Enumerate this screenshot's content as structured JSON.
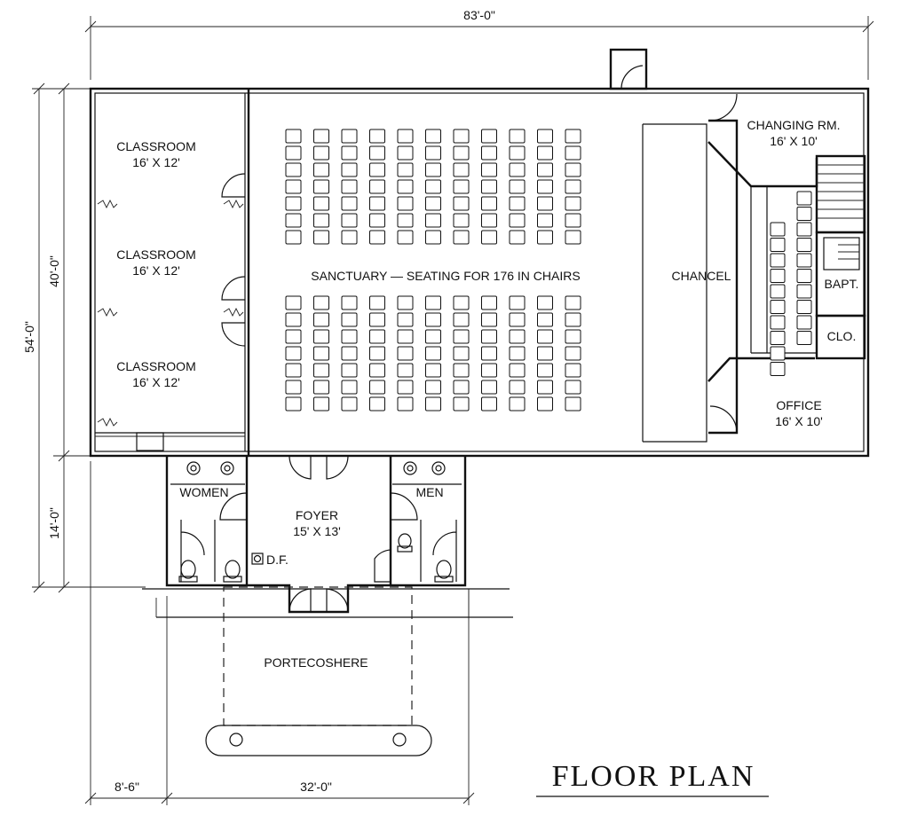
{
  "title": "FLOOR PLAN",
  "dimensions": {
    "overall_width": "83'-0\"",
    "overall_depth": "54'-0\"",
    "main_depth": "40'-0\"",
    "foyer_depth": "14'-0\"",
    "left_offset": "8'-6\"",
    "porte_width": "32'-0\""
  },
  "rooms": {
    "classroom1_name": "CLASSROOM",
    "classroom1_size": "16' X 12'",
    "classroom2_name": "CLASSROOM",
    "classroom2_size": "16' X 12'",
    "classroom3_name": "CLASSROOM",
    "classroom3_size": "16' X 12'",
    "sanctuary": "SANCTUARY — SEATING FOR 176 IN CHAIRS",
    "chancel": "CHANCEL",
    "changing_name": "CHANGING RM.",
    "changing_size": "16' X 10'",
    "bapt": "BAPT.",
    "clo": "CLO.",
    "office_name": "OFFICE",
    "office_size": "16' X 10'",
    "foyer_name": "FOYER",
    "foyer_size": "15' X 13'",
    "women": "WOMEN",
    "men": "MEN",
    "df": "D.F.",
    "porte": "PORTECOSHERE"
  },
  "seating": {
    "columns": 11,
    "rows_per_block": 7,
    "blocks": 2,
    "choir_columns": 2,
    "choir_rows": 10
  }
}
